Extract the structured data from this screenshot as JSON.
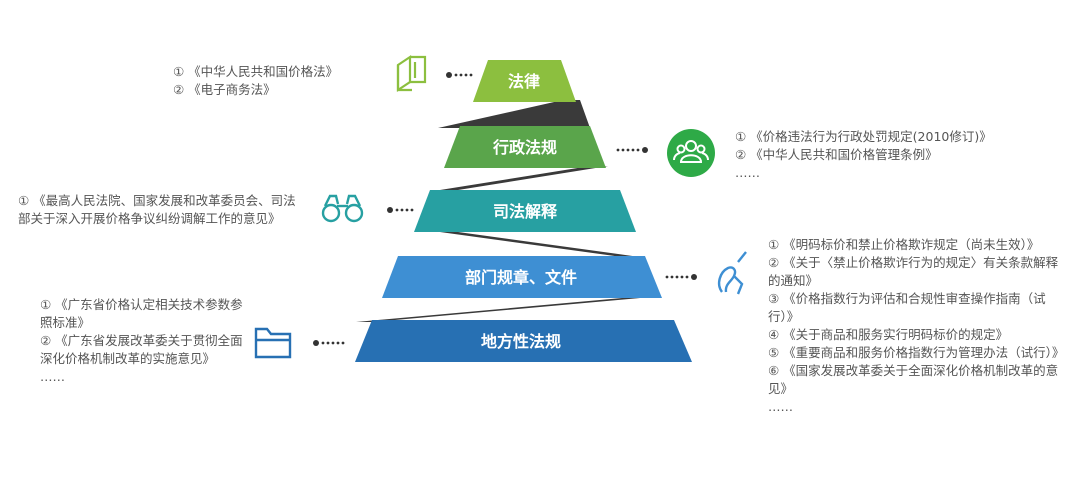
{
  "tiers": [
    {
      "label": "法律",
      "color": "#8cbf3f"
    },
    {
      "label": "行政法规",
      "color": "#5aa54b"
    },
    {
      "label": "司法解释",
      "color": "#27a0a2"
    },
    {
      "label": "部门规章、文件",
      "color": "#3e8fd3"
    },
    {
      "label": "地方性法规",
      "color": "#2770b3"
    }
  ],
  "zigzag_color": "#3a3a3a",
  "notes": {
    "law": {
      "icon": "book-icon",
      "icon_color": "#8cbf3f",
      "items": [
        "① 《中华人民共和国价格法》",
        "② 《电子商务法》"
      ]
    },
    "admin": {
      "icon": "users-circle-icon",
      "icon_color": "#2eaa47",
      "items": [
        "① 《价格违法行为行政处罚规定(2010修订)》",
        "② 《中华人民共和国价格管理条例》",
        "……"
      ]
    },
    "judicial": {
      "icon": "binoculars-icon",
      "icon_color": "#27a0a2",
      "items": [
        "① 《最高人民法院、国家发展和改革委员会、司法部关于深入开展价格争议纠纷调解工作的意见》"
      ]
    },
    "dept": {
      "icon": "hand-pen-icon",
      "icon_color": "#3e8fd3",
      "items": [
        "① 《明码标价和禁止价格欺诈规定（尚未生效）》",
        "② 《关于〈禁止价格欺诈行为的规定〉有关条款解释的通知》",
        "③ 《价格指数行为评估和合规性审查操作指南（试行）》",
        "④ 《关于商品和服务实行明码标价的规定》",
        "⑤ 《重要商品和服务价格指数行为管理办法（试行）》",
        "⑥ 《国家发展改革委关于全面深化价格机制改革的意见》",
        "……"
      ]
    },
    "local": {
      "icon": "folder-icon",
      "icon_color": "#2770b3",
      "items": [
        "① 《广东省价格认定相关技术参数参照标准》",
        "② 《广东省发展改革委关于贯彻全面深化价格机制改革的实施意见》",
        "……"
      ]
    }
  }
}
